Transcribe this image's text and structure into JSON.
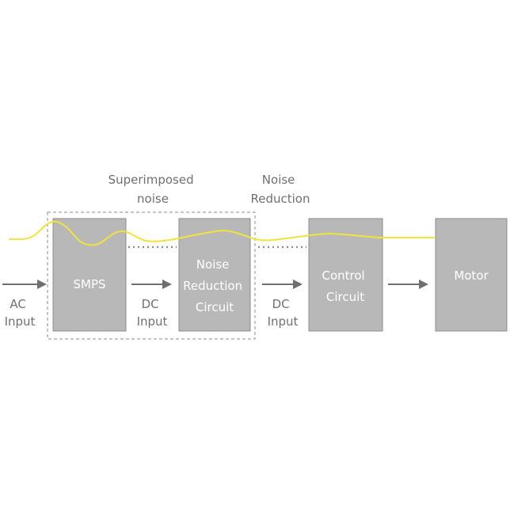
{
  "annotations": {
    "superimposed_noise": [
      "Superimposed",
      "noise"
    ],
    "noise_reduction": [
      "Noise",
      "Reduction"
    ]
  },
  "blocks": {
    "smps": [
      "SMPS"
    ],
    "noise_reduction_circuit": [
      "Noise",
      "Reduction",
      "Circuit"
    ],
    "control_circuit": [
      "Control",
      "Circuit"
    ],
    "motor": [
      "Motor"
    ]
  },
  "inputs": {
    "ac": [
      "AC",
      "Input"
    ],
    "dc1": [
      "DC",
      "Input"
    ],
    "dc2": [
      "DC",
      "Input"
    ]
  },
  "colors": {
    "block_fill": "#b8b8b8",
    "block_border": "#8c8c8c",
    "text_gray": "#707070",
    "noise_line": "#f2e33a",
    "arrow": "#6f6f6f"
  }
}
